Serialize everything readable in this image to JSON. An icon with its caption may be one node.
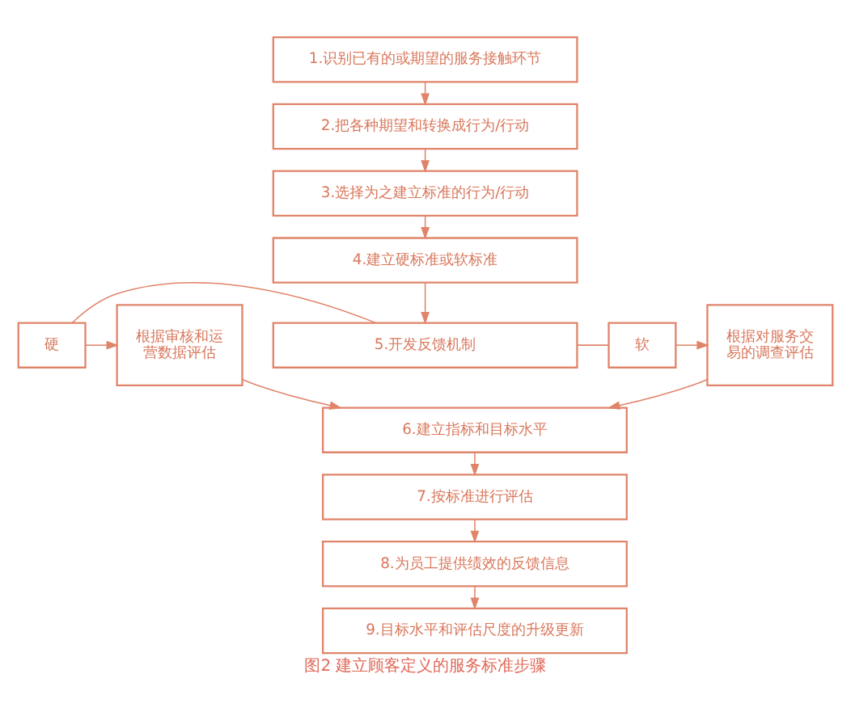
{
  "diagram": {
    "caption": "图2 建立顾客定义的服务标准步骤",
    "nodes": [
      {
        "text": [
          "1.识别已有的或期望的服务接触环节"
        ]
      },
      {
        "text": [
          "2.把各种期望和转换成行为/行动"
        ]
      },
      {
        "text": [
          "3.选择为之建立标准的行为/行动"
        ]
      },
      {
        "text": [
          "4.建立硬标准或软标准"
        ]
      },
      {
        "text": [
          "5.开发反馈机制"
        ]
      },
      {
        "text": [
          "硬"
        ]
      },
      {
        "text": [
          "根据审核和运营数据评估"
        ]
      },
      {
        "text": [
          "软"
        ]
      },
      {
        "text": [
          "根据对服务交易的调查评估"
        ]
      },
      {
        "text": [
          "6.建立指标和目标水平"
        ]
      },
      {
        "text": [
          "7.按标准进行评估"
        ]
      },
      {
        "text": [
          "8.为员工提供绩效的反馈信息"
        ]
      },
      {
        "text": [
          "9.目标水平和评估尺度的升级更新"
        ]
      }
    ],
    "edges": [
      {
        "from": 0,
        "to": 1,
        "arrow": "to"
      },
      {
        "from": 1,
        "to": 2,
        "arrow": "to"
      },
      {
        "from": 2,
        "to": 3,
        "arrow": "to"
      },
      {
        "from": 3,
        "to": 4,
        "arrow": "to"
      },
      {
        "from": 4,
        "to": 5,
        "arrow": "none"
      },
      {
        "from": 5,
        "to": 6,
        "arrow": "to"
      },
      {
        "from": 4,
        "to": 7,
        "arrow": "none"
      },
      {
        "from": 7,
        "to": 8,
        "arrow": "to"
      },
      {
        "from": 6,
        "to": 9,
        "arrow": "to"
      },
      {
        "from": 8,
        "to": 9,
        "arrow": "to"
      },
      {
        "from": 9,
        "to": 10,
        "arrow": "to"
      },
      {
        "from": 10,
        "to": 11,
        "arrow": "to"
      },
      {
        "from": 11,
        "to": 12,
        "arrow": "to"
      }
    ]
  }
}
